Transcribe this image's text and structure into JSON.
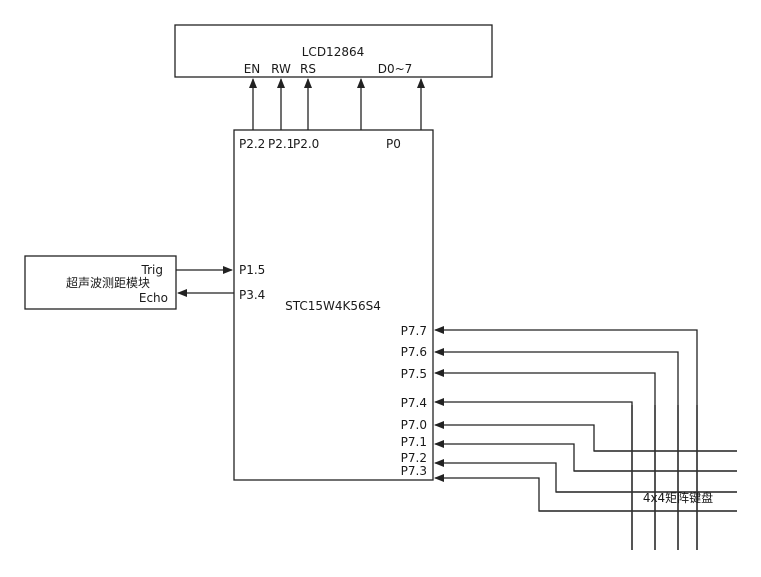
{
  "lcd": {
    "title": "LCD12864",
    "pins": {
      "en": "EN",
      "rw": "RW",
      "rs": "RS",
      "data": "D0~7"
    }
  },
  "mcu": {
    "name": "STC15W4K56S4",
    "top_pins": {
      "p22": "P2.2",
      "p21": "P2.1",
      "p20": "P2.0",
      "p0": "P0"
    },
    "left_pins": {
      "p15": "P1.5",
      "p34": "P3.4"
    },
    "right_pins": {
      "p77": "P7.7",
      "p76": "P7.6",
      "p75": "P7.5",
      "p74": "P7.4",
      "p70": "P7.0",
      "p71": "P7.1",
      "p72": "P7.2",
      "p73": "P7.3"
    }
  },
  "ultrasonic": {
    "name": "超声波测距模块",
    "trig": "Trig",
    "echo": "Echo"
  },
  "keypad": {
    "name": "4x4矩阵键盘"
  }
}
